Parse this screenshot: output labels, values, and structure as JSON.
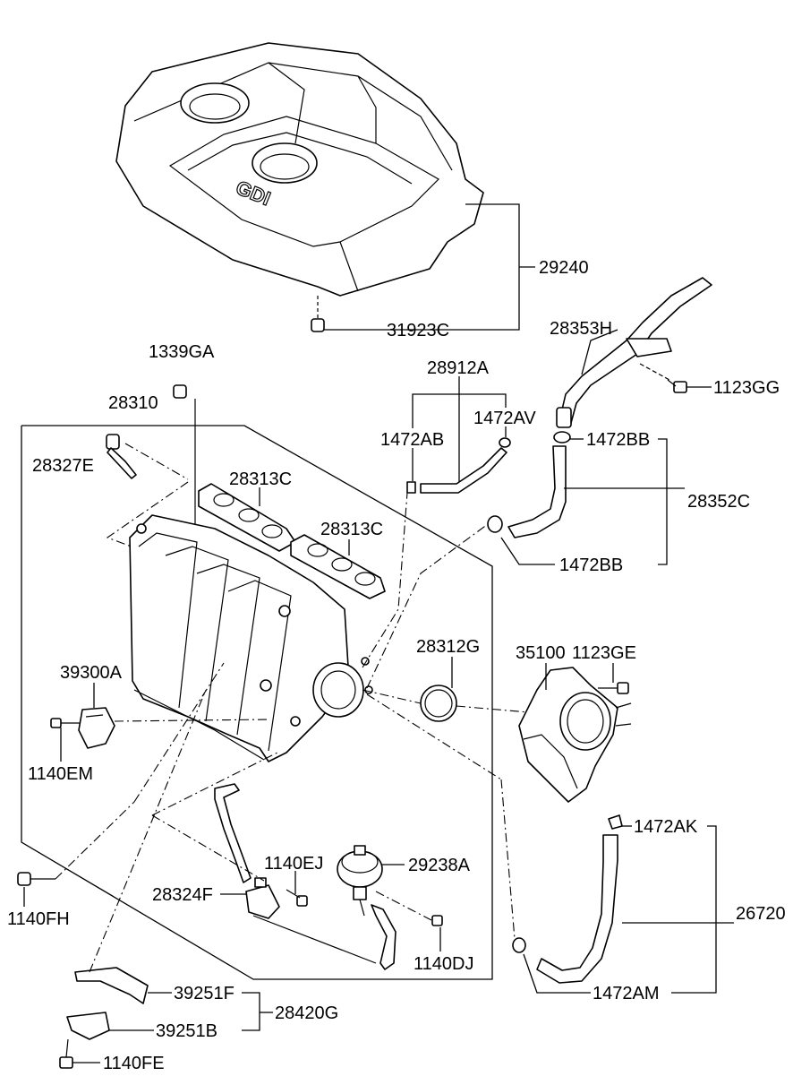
{
  "logo": {
    "text": "GDI"
  },
  "labels": {
    "p29240": "29240",
    "p31923C": "31923C",
    "p28353H": "28353H",
    "p1123GG": "1123GG",
    "p1339GA": "1339GA",
    "p28912A": "28912A",
    "p28310": "28310",
    "p1472AV": "1472AV",
    "p1472AB": "1472AB",
    "p1472BB_top": "1472BB",
    "p28327E": "28327E",
    "p28313C_a": "28313C",
    "p28352C": "28352C",
    "p28313C_b": "28313C",
    "p1472BB_bot": "1472BB",
    "p28312G": "28312G",
    "p35100": "35100",
    "p1123GE": "1123GE",
    "p39300A": "39300A",
    "p1140EM": "1140EM",
    "p1472AK": "1472AK",
    "p1140EJ": "1140EJ",
    "p29238A": "29238A",
    "p1140FH": "1140FH",
    "p28324F": "28324F",
    "p26720": "26720",
    "p1140DJ": "1140DJ",
    "p39251F": "39251F",
    "p28420G": "28420G",
    "p1472AM": "1472AM",
    "p39251B": "39251B",
    "p1140FE": "1140FE"
  }
}
